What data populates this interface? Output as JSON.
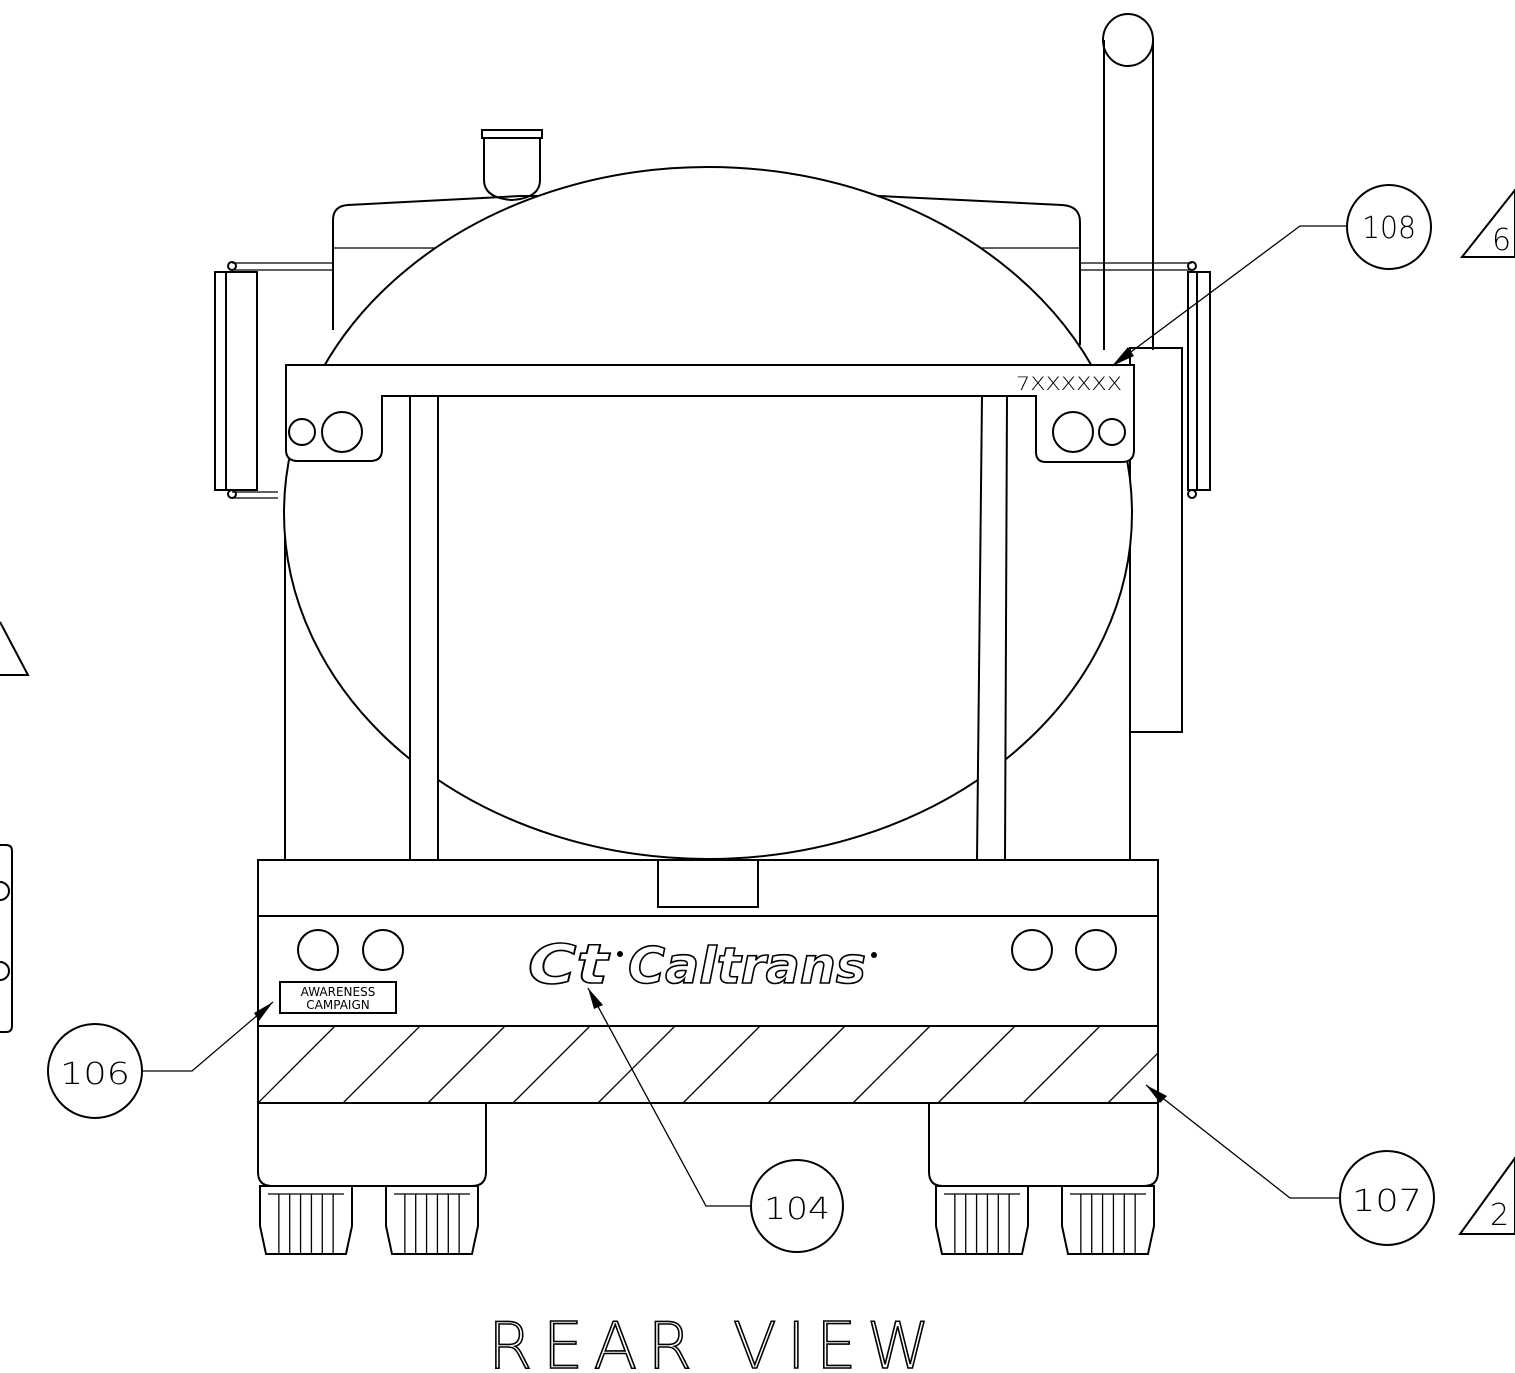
{
  "drawing": {
    "view_title": "REAR VIEW",
    "plate_number": "7XXXXXX",
    "awareness_sign": {
      "line1": "AWARENESS",
      "line2": "CAMPAIGN"
    },
    "logo": {
      "mark": "Ct",
      "wordmark": "Caltrans"
    },
    "callouts": [
      {
        "id": "callout-108",
        "label": "108",
        "revision": "6"
      },
      {
        "id": "callout-106",
        "label": "106",
        "revision": ""
      },
      {
        "id": "callout-104",
        "label": "104",
        "revision": ""
      },
      {
        "id": "callout-107",
        "label": "107",
        "revision": "2"
      }
    ]
  }
}
